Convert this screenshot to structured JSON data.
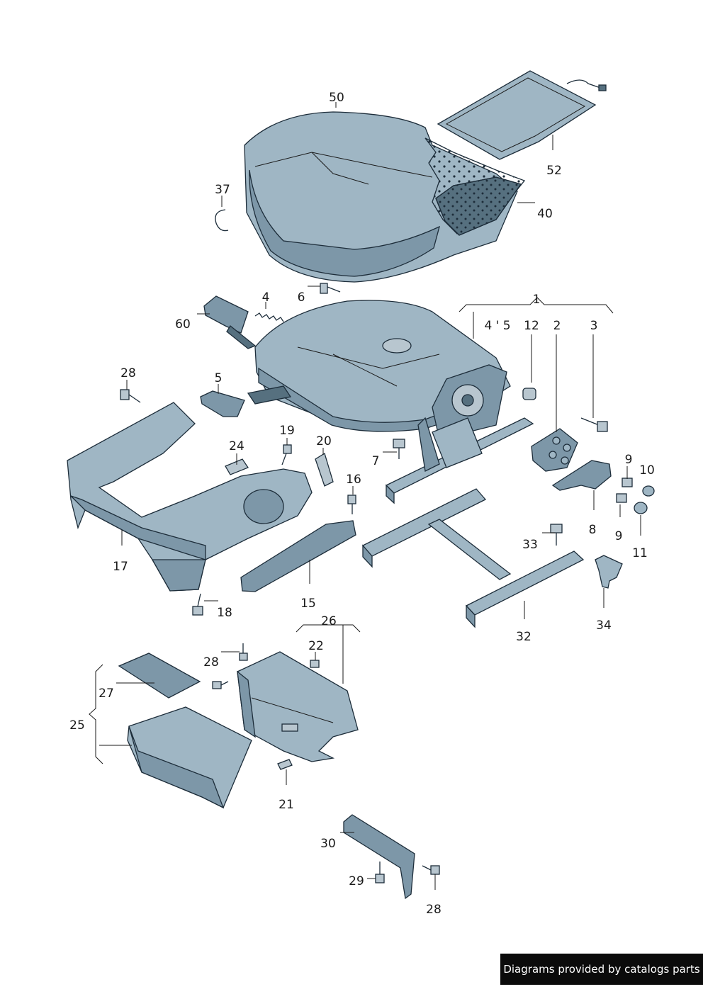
{
  "labels": [
    "50",
    "52",
    "37",
    "40",
    "4",
    "6",
    "1",
    "60",
    "4 ' 5",
    "12",
    "2",
    "3",
    "28",
    "5",
    "19",
    "24",
    "20",
    "7",
    "16",
    "9",
    "10",
    "8",
    "9",
    "11",
    "17",
    "33",
    "15",
    "18",
    "34",
    "32",
    "26",
    "22",
    "28",
    "27",
    "25",
    "21",
    "30",
    "29",
    "28"
  ],
  "credit": "Diagrams provided by catalogs parts",
  "colors": {
    "part_light": "#9fb6c4",
    "part_mid": "#7d97a8",
    "part_dark": "#56707f",
    "outline": "#1d2d3a",
    "line": "#1a1a1a"
  }
}
